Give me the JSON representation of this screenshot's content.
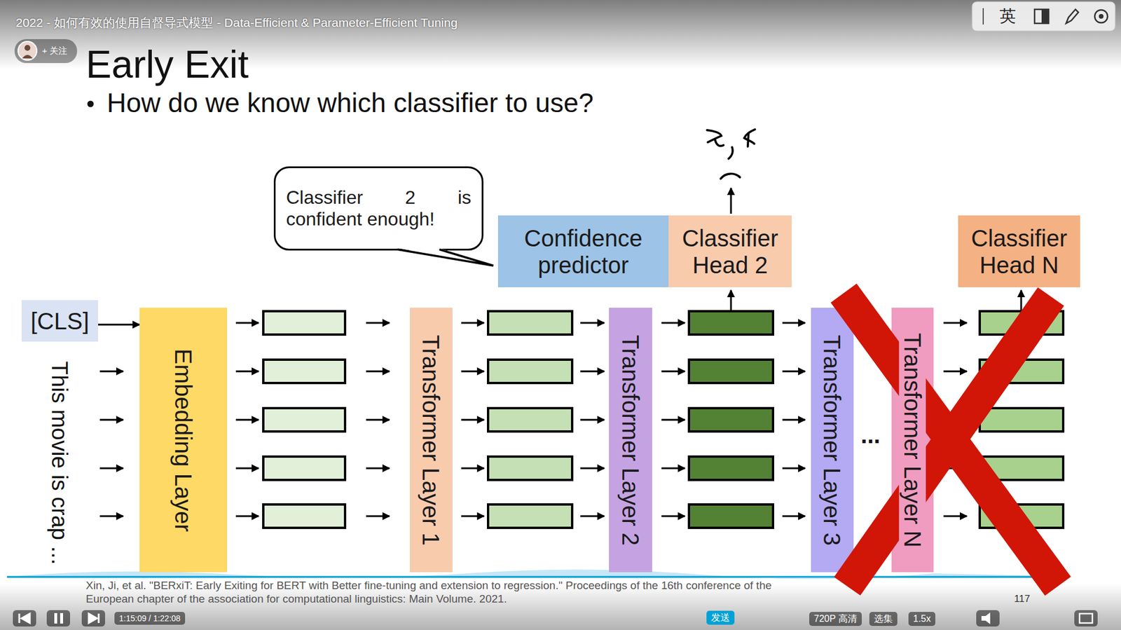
{
  "diagram": {
    "title": "Early Exit",
    "caption": "Xin, Ji, et al. \"BERxiT: Early Exiting for BERT with Better fine-tuning and extension to regression.\" Proceedings of the 16th conference of the European chapter of the association for computational linguistics: Main Volume. 2021.",
    "nodes": [
      {
        "text": [
          "Classifier 2 is confident enough!"
        ]
      },
      {
        "text": [
          "Confidence predictor"
        ]
      },
      {
        "text": [
          "Classifier Head 2"
        ]
      },
      {
        "text": [
          "Classifier Head N"
        ]
      },
      {
        "text": [
          "[CLS]"
        ]
      },
      {
        "text": [
          "Embedding Layer"
        ]
      },
      {
        "text": [
          "Transformer Layer 1"
        ]
      },
      {
        "text": [
          "Transformer Layer 2"
        ]
      },
      {
        "text": [
          "Transformer Layer 3"
        ]
      },
      {
        "text": [
          "Transformer Layer N"
        ]
      }
    ],
    "edges": [
      {
        "from": 4,
        "to": 5,
        "arrow": "to"
      }
    ],
    "labels": [
      "2022 - 如何有效的使用自督导式模型 - Data-Efficient & Parameter-Efficient Tuning",
      "+ 关注",
      "英",
      "How do we know which classifier to use?",
      "This movie is crap ...",
      "...",
      "1:15:09 / 1:22:08",
      "720P 高清",
      "选集",
      "1.5x",
      "发送",
      "117"
    ]
  }
}
